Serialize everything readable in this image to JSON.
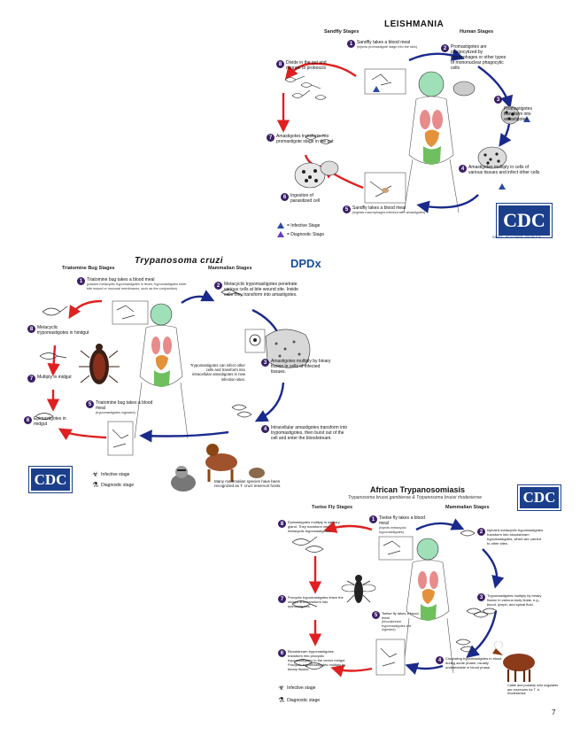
{
  "leish": {
    "title": "LEISHMANIA",
    "left_header": "Sandfly Stages",
    "right_header": "Human Stages",
    "steps": [
      {
        "n": "1",
        "text": "Sandfly takes a blood meal",
        "sub": "(injects promastigote stage into the skin)"
      },
      {
        "n": "2",
        "text": "Promastigotes are phagocytized by macrophages or other types of mononuclear phagocytic cells",
        "sub": ""
      },
      {
        "n": "3",
        "text": "Promastigotes transform into amastigotes",
        "sub": ""
      },
      {
        "n": "4",
        "text": "Amastigotes multiply in cells of various tissues and infect other cells",
        "sub": ""
      },
      {
        "n": "5",
        "text": "Sandfly takes a blood meal",
        "sub": "(ingests macrophages infected with amastigotes)"
      },
      {
        "n": "6",
        "text": "Ingestion of parasitized cell",
        "sub": ""
      },
      {
        "n": "7",
        "text": "Amastigotes transform into promastigote stage in the gut",
        "sub": ""
      },
      {
        "n": "8",
        "text": "Divide in the gut and migrate to proboscis",
        "sub": ""
      }
    ],
    "legend": [
      {
        "label": "= Infective Stage",
        "letter": "i"
      },
      {
        "label": "= Diagnostic Stage",
        "letter": "d"
      }
    ],
    "cdc": "CDC",
    "cdc_tag": "SAFER · HEALTHIER · PEOPLE™"
  },
  "cruzi": {
    "title": "Trypanosoma cruzi",
    "left_header": "Triatomine Bug Stages",
    "right_header": "Mammalian Stages",
    "dpdx": "DPDx",
    "steps": [
      {
        "n": "1",
        "text": "Triatomine bug takes a blood meal",
        "sub": "(passes metacyclic trypomastigotes in feces, trypomastigotes enter bite wound or mucosal membranes, such as the conjunctiva)"
      },
      {
        "n": "2",
        "text": "Metacyclic trypomastigotes penetrate various cells at bite wound site. Inside cells they transform into amastigotes.",
        "sub": ""
      },
      {
        "n": "3",
        "text": "Amastigotes multiply by binary fission in cells of infected tissues.",
        "sub": ""
      },
      {
        "n": "4",
        "text": "Intracellular amastigotes transform into trypomastigotes, then burst out of the cell and enter the bloodstream.",
        "sub": ""
      },
      {
        "n": "5",
        "text": "Triatomine bug takes a blood meal",
        "sub": "(trypomastigotes ingested)"
      },
      {
        "n": "6",
        "text": "Epimastigotes in midgut",
        "sub": ""
      },
      {
        "n": "7",
        "text": "Multiply in midgut",
        "sub": ""
      },
      {
        "n": "8",
        "text": "Metacyclic trypomastigotes in hindgut",
        "sub": ""
      }
    ],
    "center_note": "Trypomastigotes can infect other cells and transform into intracellular amastigotes in new infection sites.",
    "reservoir_note": "Many mammalian species have been recognized as T. cruzi reservoir hosts.",
    "legend": [
      {
        "label": "Infective stage"
      },
      {
        "label": "Diagnostic stage"
      }
    ],
    "cdc": "CDC"
  },
  "afr": {
    "title": "African Trypanosomiasis",
    "subtitle": "Trypanosoma brucei gambiense & Trypanosoma brucei rhodesiense",
    "left_header": "Tsetse Fly Stages",
    "right_header": "Mammalian Stages",
    "steps": [
      {
        "n": "1",
        "text": "Tsetse fly takes a blood meal",
        "sub": "(injects metacyclic trypomastigotes)"
      },
      {
        "n": "2",
        "text": "Injected metacyclic trypomastigotes transform into bloodstream trypomastigotes, which are carried to other sites.",
        "sub": ""
      },
      {
        "n": "3",
        "text": "Trypomastigotes multiply by binary fission in various body fluids, e.g., blood, lymph, and spinal fluid.",
        "sub": ""
      },
      {
        "n": "4",
        "text": "Circulating trypomastigotes in blood during acute phase; usually undetectable in blood phase.",
        "sub": ""
      },
      {
        "n": "5",
        "text": "Tsetse fly takes a blood meal",
        "sub": "(bloodstream trypomastigotes are ingested)"
      },
      {
        "n": "6",
        "text": "Bloodstream trypomastigotes transform into procyclic trypomastigotes in the vector midgut. Procyclic trypomastigotes multiply by binary fission.",
        "sub": ""
      },
      {
        "n": "7",
        "text": "Procyclic trypomastigotes leave the midgut and transform into epimastigotes.",
        "sub": ""
      },
      {
        "n": "8",
        "text": "Epimastigotes multiply in salivary gland. They transform into metacyclic trypomastigotes.",
        "sub": ""
      }
    ],
    "cattle_note": "Cattle and possibly wild ungulates are reservoirs for T. b. rhodesiense",
    "legend": [
      {
        "label": "Infective stage"
      },
      {
        "label": "Diagnostic stage"
      }
    ],
    "cdc": "CDC"
  },
  "page_number": "7",
  "colors": {
    "step_circle": "#3a1f66",
    "arrow_red": "#e02020",
    "arrow_blue": "#1a2a8c",
    "cdc_blue": "#1b3f8b"
  }
}
